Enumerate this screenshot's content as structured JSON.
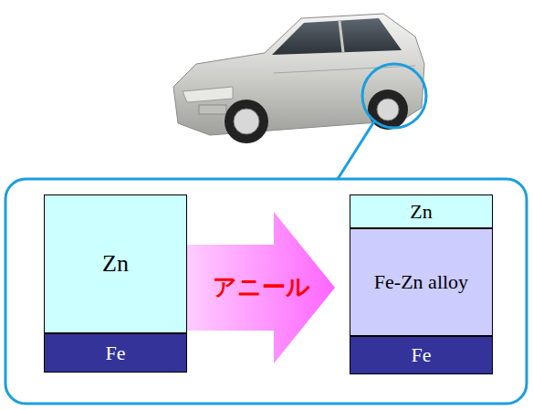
{
  "diagram": {
    "nodes": [
      {
        "text": [
          "Zn"
        ]
      },
      {
        "text": [
          "Fe"
        ]
      },
      {
        "text": [
          "アニール"
        ]
      },
      {
        "text": [
          "Zn"
        ]
      },
      {
        "text": [
          "Fe-Zn alloy"
        ]
      },
      {
        "text": [
          "Fe"
        ]
      }
    ]
  }
}
